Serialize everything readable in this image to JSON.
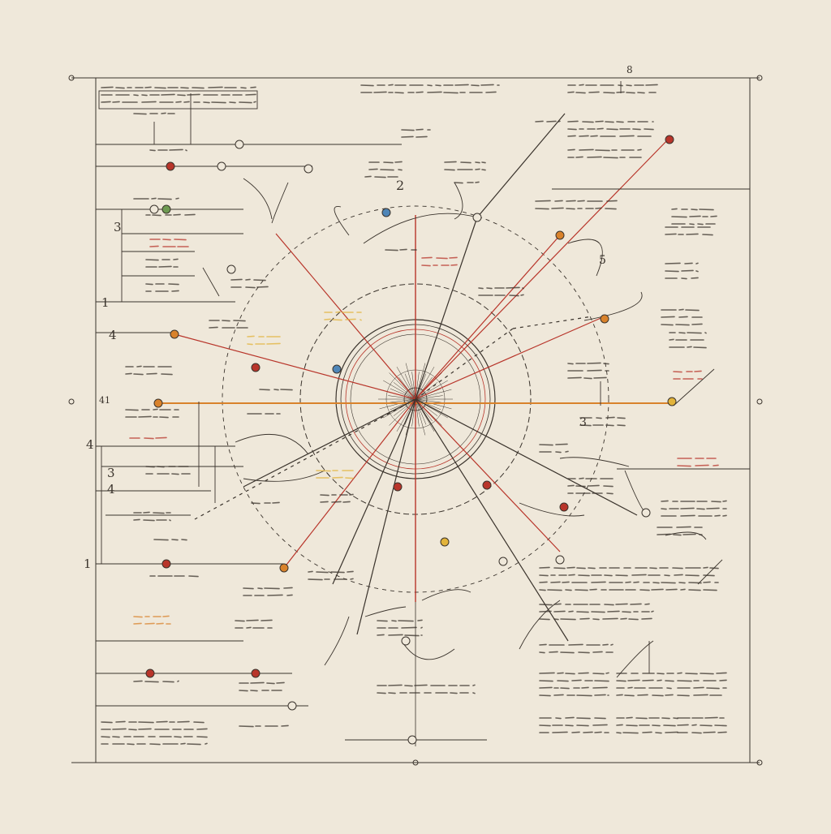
{
  "paper_color": "#efe8da",
  "ink_color": "#3a332c",
  "accent_colors": {
    "red": "#b8352a",
    "orange": "#d9822b",
    "yellow": "#e2b33a",
    "blue": "#4f86b8",
    "green": "#6e9a52"
  },
  "visible_text": {
    "left_number_a": "3",
    "left_number_b": "1",
    "left_number_c": "4",
    "left_number_d": "4",
    "left_number_e": "3",
    "left_number_f": "4",
    "left_number_g": "41",
    "left_number_h": "1",
    "header_right_figure": "8",
    "center_top_figure": "2",
    "right_figure": "5",
    "right_figure_b": "3"
  },
  "note": ""
}
